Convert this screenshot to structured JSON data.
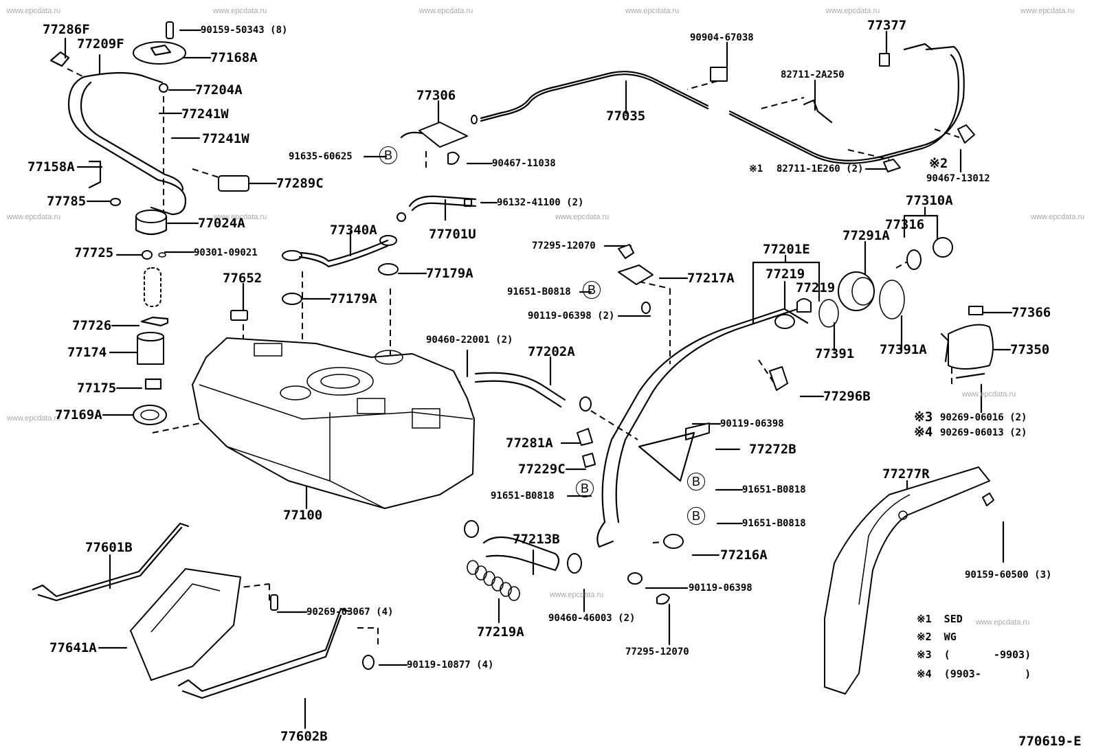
{
  "diagram": {
    "title_code": "770619-E",
    "watermark": "www.epcdata.ru",
    "ref_symbol": "B",
    "labels": {
      "p77286F": "77286F",
      "p77209F": "77209F",
      "p90159_50343": "90159-50343 (8)",
      "p77168A": "77168A",
      "p77204A": "77204A",
      "p77241W_1": "77241W",
      "p77241W_2": "77241W",
      "p77158A": "77158A",
      "p77289C": "77289C",
      "p77785": "77785",
      "p77024A": "77024A",
      "p77725": "77725",
      "p90301_09021": "90301-09021",
      "p77726": "77726",
      "p77174": "77174",
      "p77175": "77175",
      "p77169A": "77169A",
      "p77652": "77652",
      "p77340A": "77340A",
      "p77701U": "77701U",
      "p96132_41100": "96132-41100 (2)",
      "p77179A_1": "77179A",
      "p77179A_2": "77179A",
      "p77306": "77306",
      "p91635_60625": "91635-60625",
      "p90467_11038": "90467-11038",
      "p77035": "77035",
      "p90904_67038": "90904-67038",
      "p82711_2A250": "82711-2A250",
      "p77377": "77377",
      "p82711_1E260": "82711-1E260 (2)",
      "p90467_13012": "90467-13012",
      "p77310A": "77310A",
      "p77316": "77316",
      "p77291A": "77291A",
      "p77201E": "77201E",
      "p77219_1": "77219",
      "p77219_2": "77219",
      "p77391": "77391",
      "p77391A": "77391A",
      "p77366": "77366",
      "p77350": "77350",
      "p77296B": "77296B",
      "p90269_06016": "90269-06016 (2)",
      "p90269_06013": "90269-06013 (2)",
      "p77295_12070_top": "77295-12070",
      "p77217A": "77217A",
      "p91651_B0818_a": "91651-B0818",
      "p90119_06398_2": "90119-06398 (2)",
      "p90460_22001": "90460-22001 (2)",
      "p77202A": "77202A",
      "p77100": "77100",
      "p77281A": "77281A",
      "p77229C": "77229C",
      "p91651_B0818_b": "91651-B0818",
      "p90119_06398_a": "90119-06398",
      "p77272B": "77272B",
      "p91651_B0818_c": "91651-B0818",
      "p91651_B0818_d": "91651-B0818",
      "p77216A": "77216A",
      "p90119_06398_b": "90119-06398",
      "p77295_12070_bot": "77295-12070",
      "p77213B": "77213B",
      "p77219A": "77219A",
      "p90460_46003": "90460-46003 (2)",
      "p77277R": "77277R",
      "p90159_60500": "90159-60500 (3)",
      "p77601B": "77601B",
      "p90269_03067": "90269-03067 (4)",
      "p77641A": "77641A",
      "p90119_10877": "90119-10877 (4)",
      "p77602B": "77602B"
    },
    "markers": {
      "m1": "※1",
      "m2": "※2",
      "m3": "※3",
      "m4": "※4"
    },
    "legend": [
      {
        "mark": "※1",
        "text": "SED"
      },
      {
        "mark": "※2",
        "text": "WG"
      },
      {
        "mark": "※3",
        "text": "(       -9903)"
      },
      {
        "mark": "※4",
        "text": "(9903-       )"
      }
    ]
  }
}
